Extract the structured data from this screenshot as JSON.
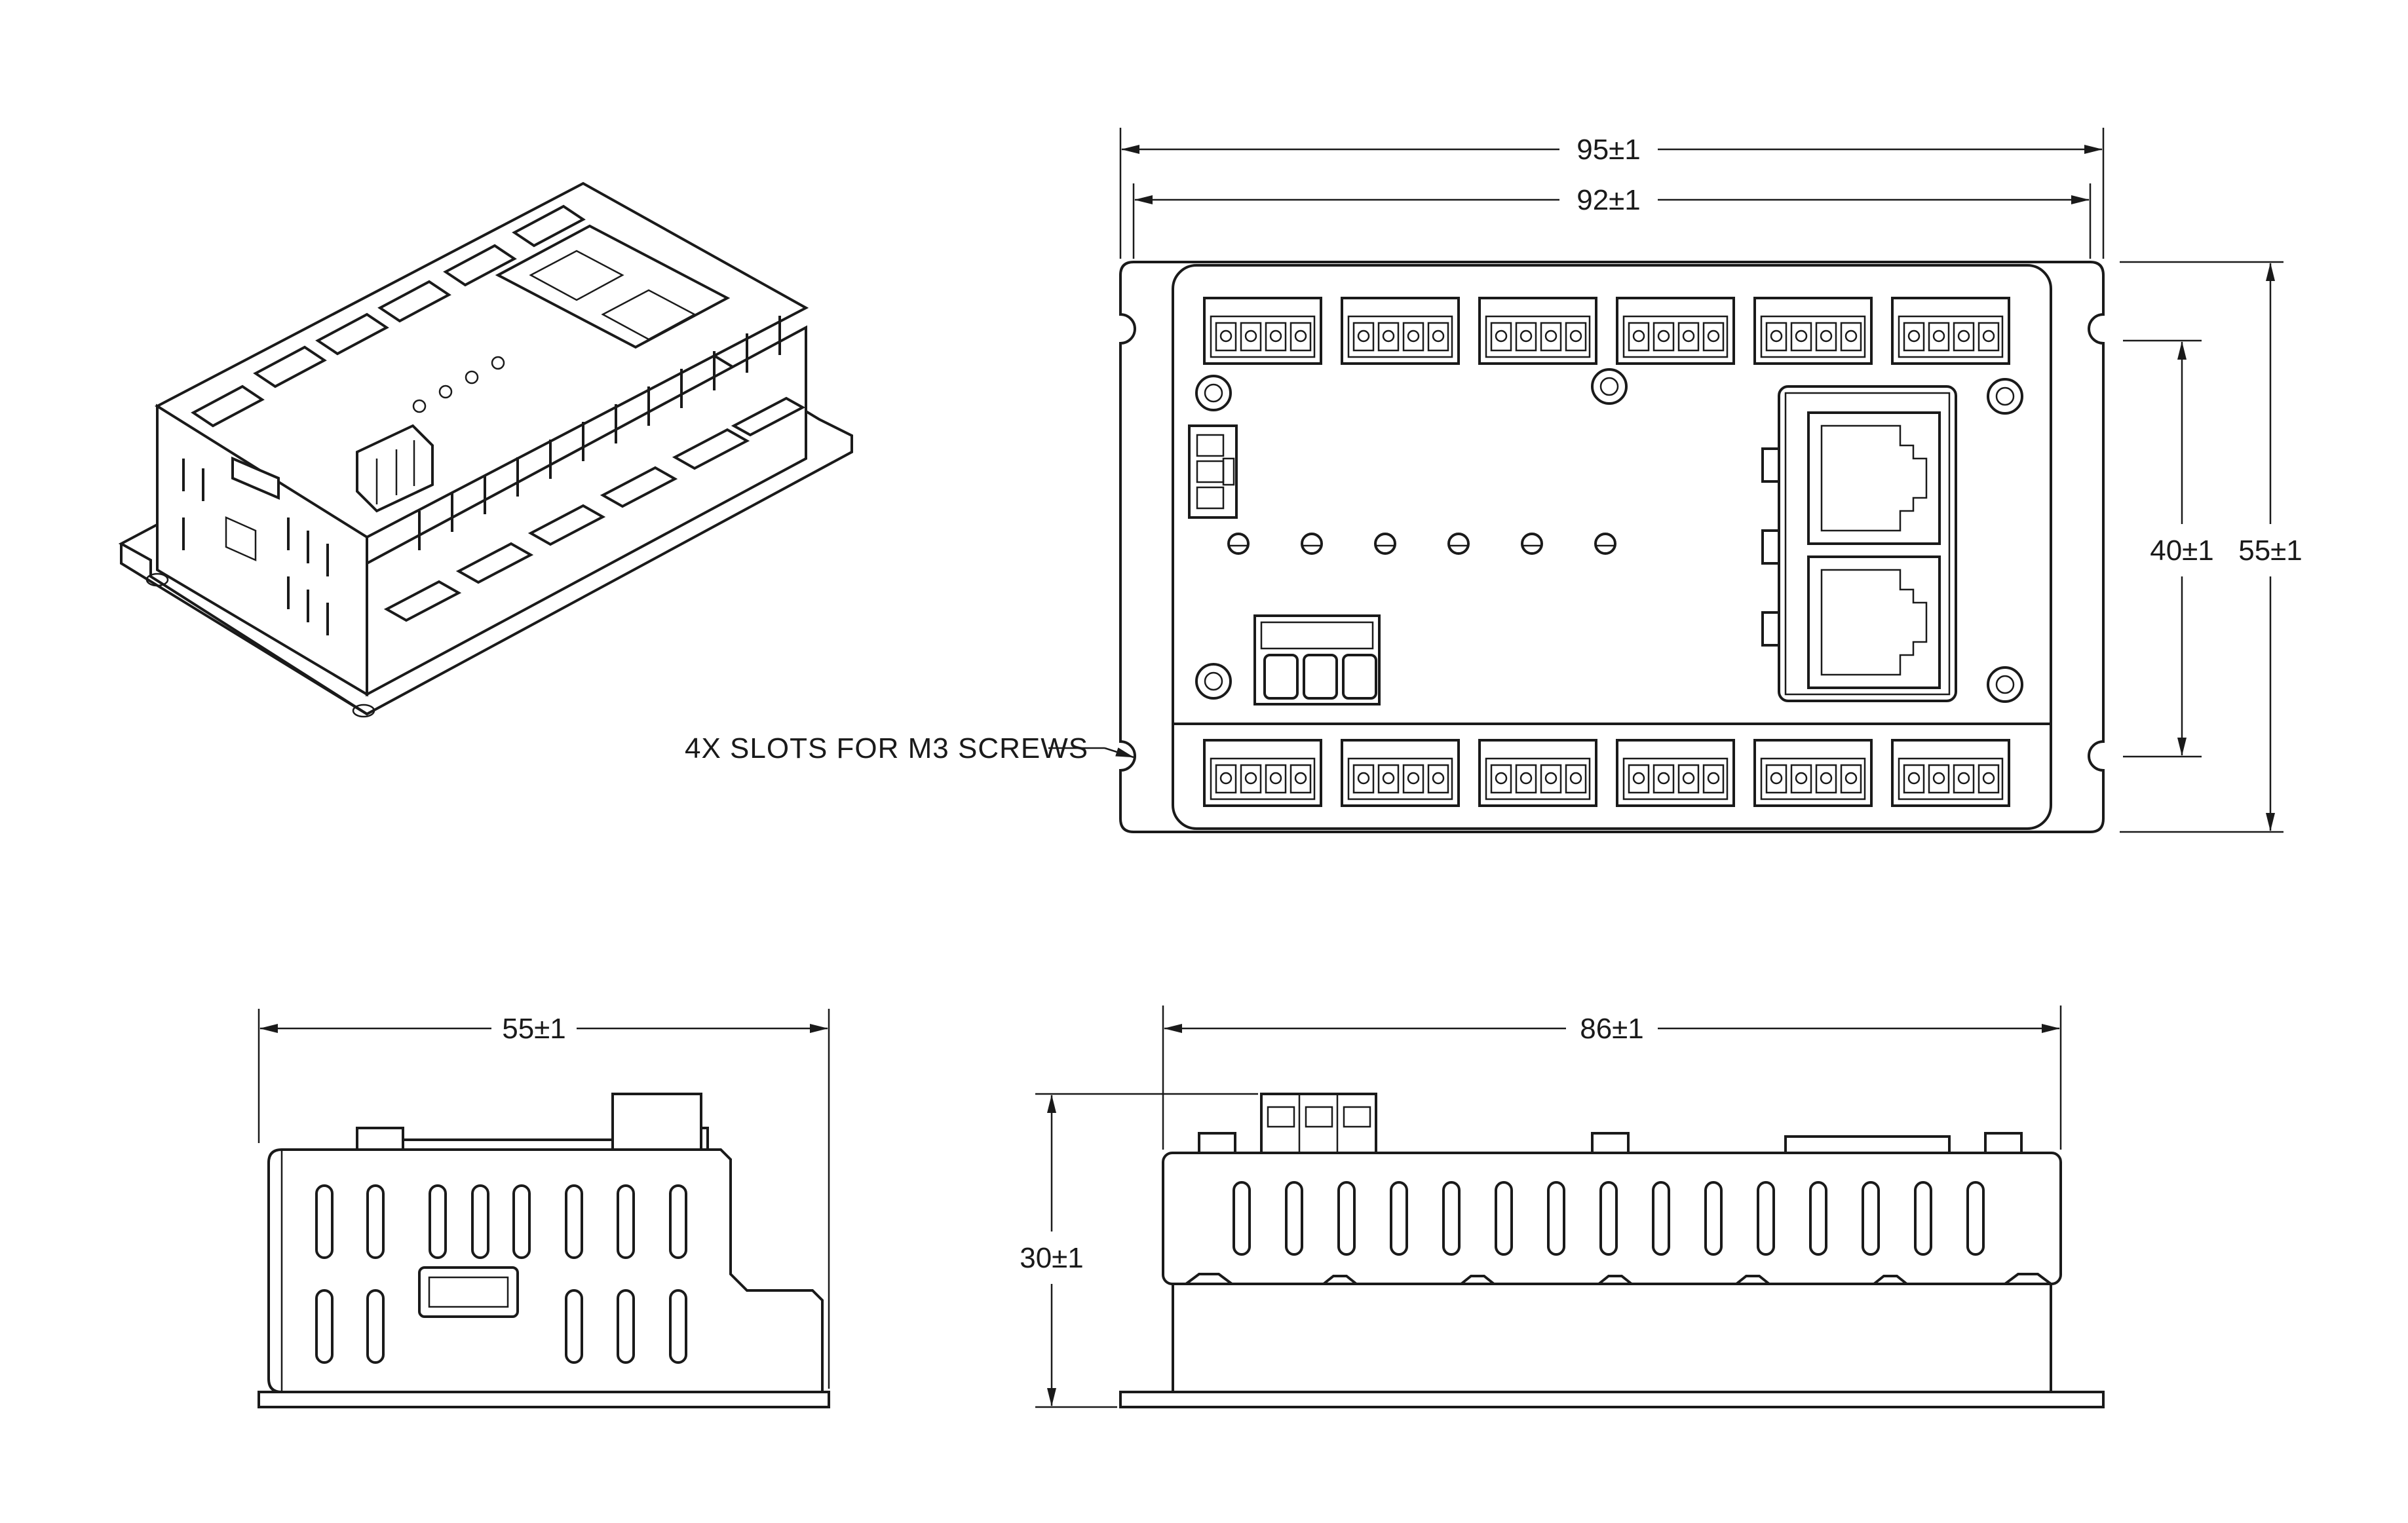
{
  "dimensions": {
    "top_overall_width": "95±1",
    "top_inner_width": "92±1",
    "top_slot_spacing": "40±1",
    "top_overall_height": "55±1",
    "side_width": "55±1",
    "front_width": "86±1",
    "front_height": "30±1"
  },
  "notes": {
    "slots": "4X SLOTS FOR M3 SCREWS"
  },
  "colors": {
    "line": "#1a1a1a",
    "background": "#ffffff"
  }
}
